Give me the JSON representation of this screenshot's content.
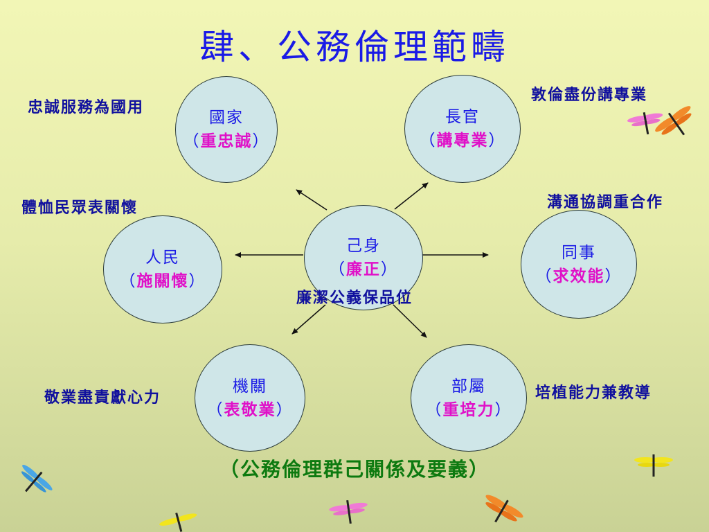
{
  "title": "肆、公務倫理範疇",
  "center": {
    "name": "己身",
    "open": "（",
    "value": "廉正",
    "close": "）"
  },
  "nodes": {
    "nation": {
      "name": "國家",
      "open": "（",
      "value": "重忠誠",
      "close": "）"
    },
    "superior": {
      "name": "長官",
      "open": "（",
      "value": "講專業",
      "close": "）"
    },
    "people": {
      "name": "人民",
      "open": "（",
      "value": "施關懷",
      "close": "）"
    },
    "colleague": {
      "name": "同事",
      "open": "（",
      "value": "求效能",
      "close": "）"
    },
    "agency": {
      "name": "機關",
      "open": "（",
      "value": "表敬業",
      "close": "）"
    },
    "subordinate": {
      "name": "部屬",
      "open": "（",
      "value": "重培力",
      "close": "）"
    }
  },
  "notes": {
    "nation": "忠誠服務為國用",
    "superior": "敦倫盡份講專業",
    "people": "體恤民眾表關懷",
    "colleague": "溝通協調重合作",
    "center": "廉潔公義保品位",
    "agency": "敬業盡責獻心力",
    "subordinate": "培植能力兼教導"
  },
  "caption": "（公務倫理群己關係及要義）"
}
